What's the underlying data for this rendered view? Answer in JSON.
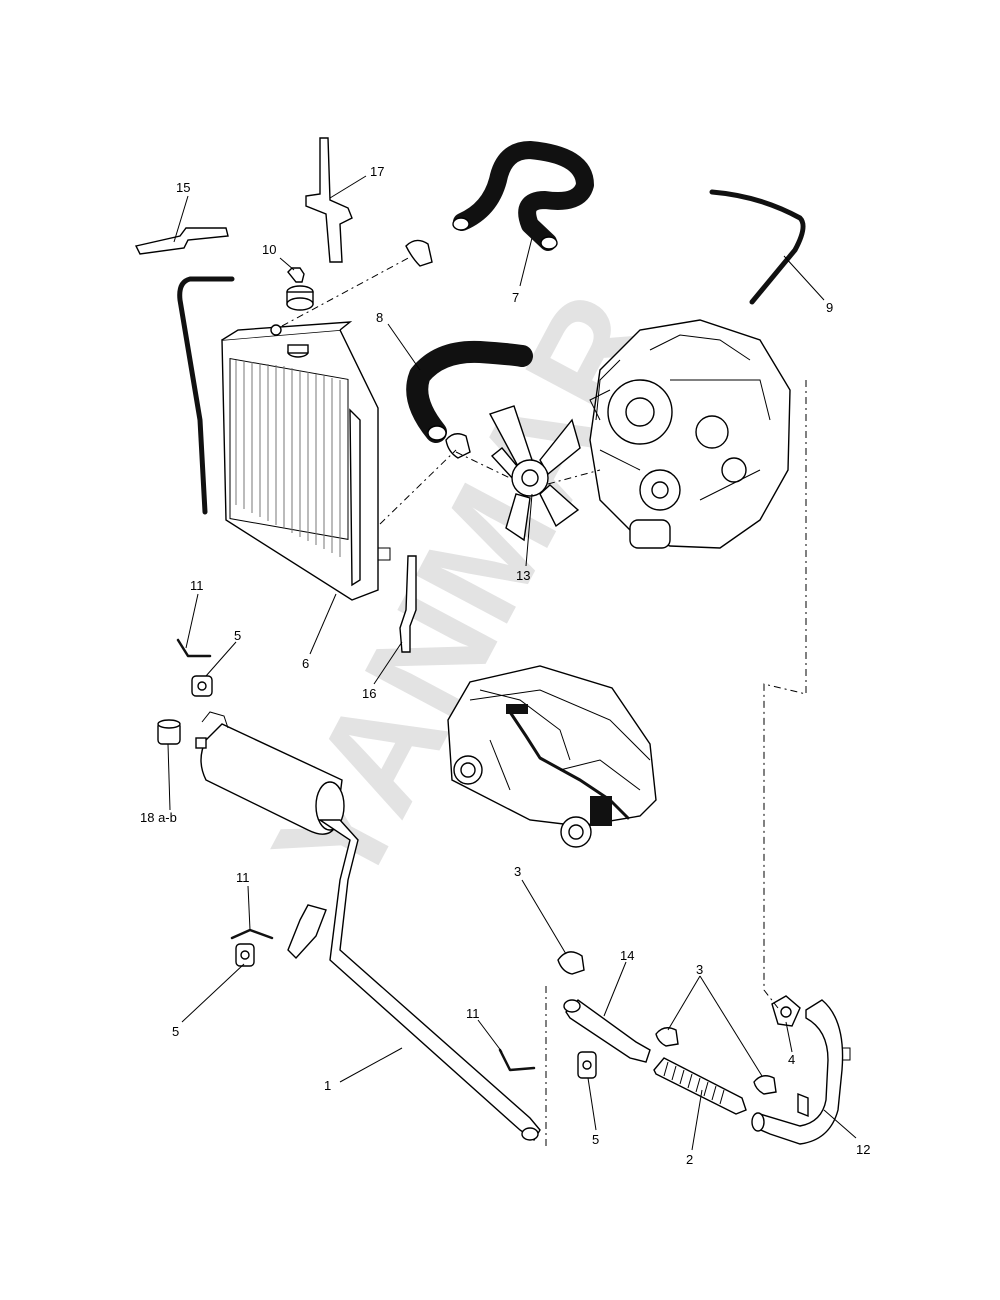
{
  "watermark": "YANMAR",
  "callouts": [
    {
      "id": "c1",
      "label": "1"
    },
    {
      "id": "c2",
      "label": "2"
    },
    {
      "id": "c3a",
      "label": "3"
    },
    {
      "id": "c3b",
      "label": "3"
    },
    {
      "id": "c4",
      "label": "4"
    },
    {
      "id": "c5a",
      "label": "5"
    },
    {
      "id": "c5b",
      "label": "5"
    },
    {
      "id": "c5c",
      "label": "5"
    },
    {
      "id": "c6",
      "label": "6"
    },
    {
      "id": "c7",
      "label": "7"
    },
    {
      "id": "c8",
      "label": "8"
    },
    {
      "id": "c9",
      "label": "9"
    },
    {
      "id": "c10",
      "label": "10"
    },
    {
      "id": "c11a",
      "label": "11"
    },
    {
      "id": "c11b",
      "label": "11"
    },
    {
      "id": "c11c",
      "label": "11"
    },
    {
      "id": "c12",
      "label": "12"
    },
    {
      "id": "c13",
      "label": "13"
    },
    {
      "id": "c14",
      "label": "14"
    },
    {
      "id": "c15",
      "label": "15"
    },
    {
      "id": "c16",
      "label": "16"
    },
    {
      "id": "c17",
      "label": "17"
    },
    {
      "id": "c18",
      "label": "18 a-b"
    }
  ]
}
